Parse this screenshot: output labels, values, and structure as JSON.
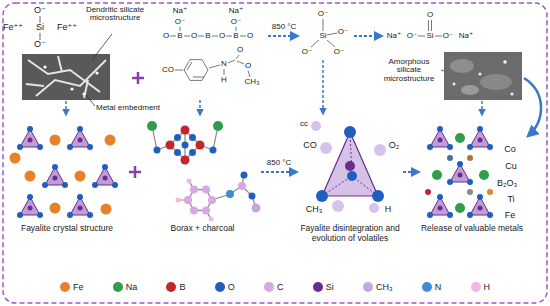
{
  "diagram": {
    "nodes": [
      {
        "text": [
          "Fayalite crystal structure"
        ]
      },
      {
        "text": [
          "Borax + charcoal"
        ]
      },
      {
        "text": [
          "Fayalite disintegration and evolution of volatiles"
        ]
      },
      {
        "text": [
          "Release of valuable metals"
        ]
      }
    ],
    "edges": [
      {
        "from": 1,
        "to": 2,
        "arrow": "to",
        "label": "850 °C"
      },
      {
        "from": 2,
        "to": 3,
        "arrow": "to"
      }
    ],
    "labels": [
      "O⁻",
      "Fe⁺⁺",
      "Si",
      "Fe⁺⁺",
      "O⁻",
      "Dendritic silicate microstructure",
      "Metal embedment",
      "Na⁺",
      "Na⁺",
      "O⁻",
      "O⁻",
      "O",
      "B",
      "O",
      "B",
      "O",
      "B",
      "O",
      "CO",
      "N",
      "H",
      "O",
      "O",
      "CH₃",
      "850 °C",
      "O⁻",
      "Si",
      "O⁻",
      "O⁻",
      "O⁻",
      "O",
      "Na⁺",
      "O⁻",
      "Si",
      "O⁻",
      "Na⁺",
      "Amorphous silicate microstructure",
      "cc",
      "CO",
      "O₂",
      "CH₃",
      "H",
      "Co",
      "Cu",
      "B₂O₃",
      "Ti",
      "Fe"
    ],
    "legend": [
      {
        "text": "Fe",
        "color": "#e8822a"
      },
      {
        "text": "Na",
        "color": "#2e9e4a"
      },
      {
        "text": "B",
        "color": "#c0262c"
      },
      {
        "text": "O",
        "color": "#1f5fbf"
      },
      {
        "text": "C",
        "color": "#d9a6e6"
      },
      {
        "text": "Si",
        "color": "#6a2c91"
      },
      {
        "text": "CH₃",
        "color": "#c4a8e0"
      },
      {
        "text": "N",
        "color": "#3b8dd6"
      },
      {
        "text": "H",
        "color": "#f2b8df"
      }
    ]
  }
}
